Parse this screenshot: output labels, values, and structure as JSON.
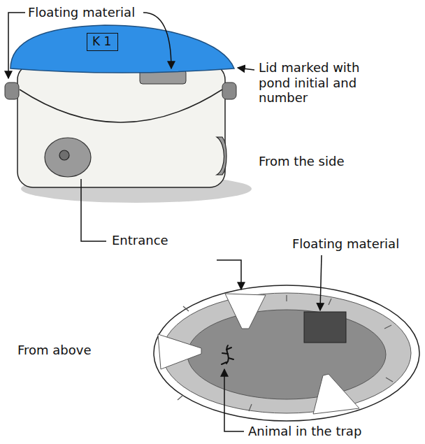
{
  "diagram": {
    "nodes": [
      {
        "text": [
          "K 1"
        ]
      }
    ],
    "labels": [
      "Floating material",
      "Lid marked with pond initial and number",
      "From the side",
      "Entrance",
      "Floating material",
      "From above",
      "Animal in the trap"
    ]
  }
}
